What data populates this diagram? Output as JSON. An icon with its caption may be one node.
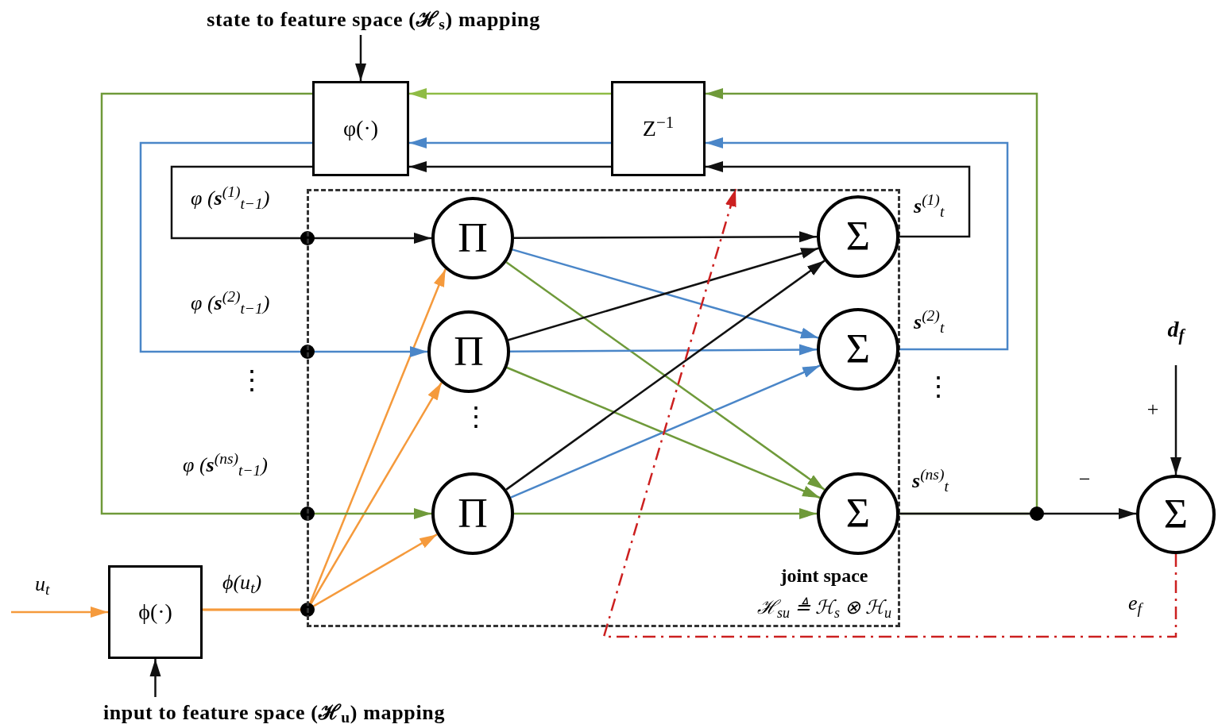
{
  "diagram": {
    "nodes": [
      {
        "text": [
          "state to feature space (ℋ$_{s}$) mapping"
        ]
      },
      {
        "text": [
          "φ(·)"
        ]
      },
      {
        "text": [
          "Z$^{−1}$"
        ]
      },
      {
        "text": [
          "joint space",
          "ℋ$_{su}$ ≜ ℋ$_{s}$ ⊗ ℋ$_{u}$"
        ]
      },
      {
        "text": [
          "Π"
        ],
        "in": 3
      },
      {
        "text": [
          "Π"
        ],
        "in": 3
      },
      {
        "text": [
          "Π"
        ],
        "in": 3
      },
      {
        "text": [
          "Σ"
        ],
        "in": 3
      },
      {
        "text": [
          "Σ"
        ],
        "in": 3
      },
      {
        "text": [
          "Σ"
        ],
        "in": 3
      },
      {
        "text": [
          "Σ"
        ]
      },
      {
        "text": [
          "ϕ(·)"
        ]
      },
      {
        "text": [
          "input to feature space (ℋ$_{u}$) mapping"
        ]
      },
      {
        "text": [
          "d$_{f}$"
        ]
      }
    ],
    "edges": [
      {
        "from": 0,
        "to": 1,
        "arrow": "to"
      },
      {
        "from": 12,
        "to": 11,
        "arrow": "to"
      },
      {
        "from": null,
        "to": 11,
        "arrow": "to",
        "label": "u$_{t}$",
        "color": "#f59a3c"
      },
      {
        "from": 11,
        "to": 4,
        "arrow": "to",
        "label": "ϕ(u$_{t}$)",
        "color": "#f59a3c"
      },
      {
        "from": 11,
        "to": 5,
        "arrow": "to",
        "color": "#f59a3c"
      },
      {
        "from": 11,
        "to": 6,
        "arrow": "to",
        "color": "#f59a3c"
      },
      {
        "from": 1,
        "to": 4,
        "arrow": "to",
        "label": "φ (**s**$^{(1)}$$_{t−1}$)"
      },
      {
        "from": 1,
        "to": 5,
        "arrow": "to",
        "label": "φ (**s**$^{(2)}$$_{t−1}$)",
        "color": "#4a86c8"
      },
      {
        "from": 1,
        "to": 6,
        "arrow": "to",
        "label": "φ (**s**$^{(ns)}$$_{t−1}$)",
        "color": "#6f9a3a"
      },
      {
        "from": 4,
        "to": 7,
        "arrow": "to"
      },
      {
        "from": 4,
        "to": 8,
        "arrow": "to",
        "color": "#4a86c8"
      },
      {
        "from": 4,
        "to": 9,
        "arrow": "to",
        "color": "#6f9a3a"
      },
      {
        "from": 5,
        "to": 7,
        "arrow": "to"
      },
      {
        "from": 5,
        "to": 8,
        "arrow": "to",
        "color": "#4a86c8"
      },
      {
        "from": 5,
        "to": 9,
        "arrow": "to",
        "color": "#6f9a3a"
      },
      {
        "from": 6,
        "to": 7,
        "arrow": "to"
      },
      {
        "from": 6,
        "to": 8,
        "arrow": "to",
        "color": "#4a86c8"
      },
      {
        "from": 6,
        "to": 9,
        "arrow": "to",
        "color": "#6f9a3a"
      },
      {
        "from": 7,
        "to": 2,
        "arrow": "to",
        "label": "**s**$^{(1)}$$_{t}$"
      },
      {
        "from": 8,
        "to": 2,
        "arrow": "to",
        "label": "**s**$^{(2)}$$_{t}$",
        "color": "#4a86c8"
      },
      {
        "from": 9,
        "to": 2,
        "arrow": "to",
        "label": "**s**$^{(ns)}$$_{t}$",
        "color": "#6f9a3a"
      },
      {
        "from": 2,
        "to": 1,
        "arrow": "to"
      },
      {
        "from": 2,
        "to": 1,
        "arrow": "to",
        "color": "#4a86c8"
      },
      {
        "from": 2,
        "to": 1,
        "arrow": "to",
        "color": "#8fbc45"
      },
      {
        "from": 9,
        "to": 10,
        "arrow": "to",
        "label": "−"
      },
      {
        "from": 13,
        "to": 10,
        "arrow": "to",
        "label": "+"
      },
      {
        "from": 10,
        "to": 3,
        "arrow": "to",
        "label": "e$_{f}$",
        "style": "dashed",
        "color": "#cc2020"
      }
    ],
    "labels": [
      "⋮",
      "⋮",
      "⋮"
    ]
  }
}
